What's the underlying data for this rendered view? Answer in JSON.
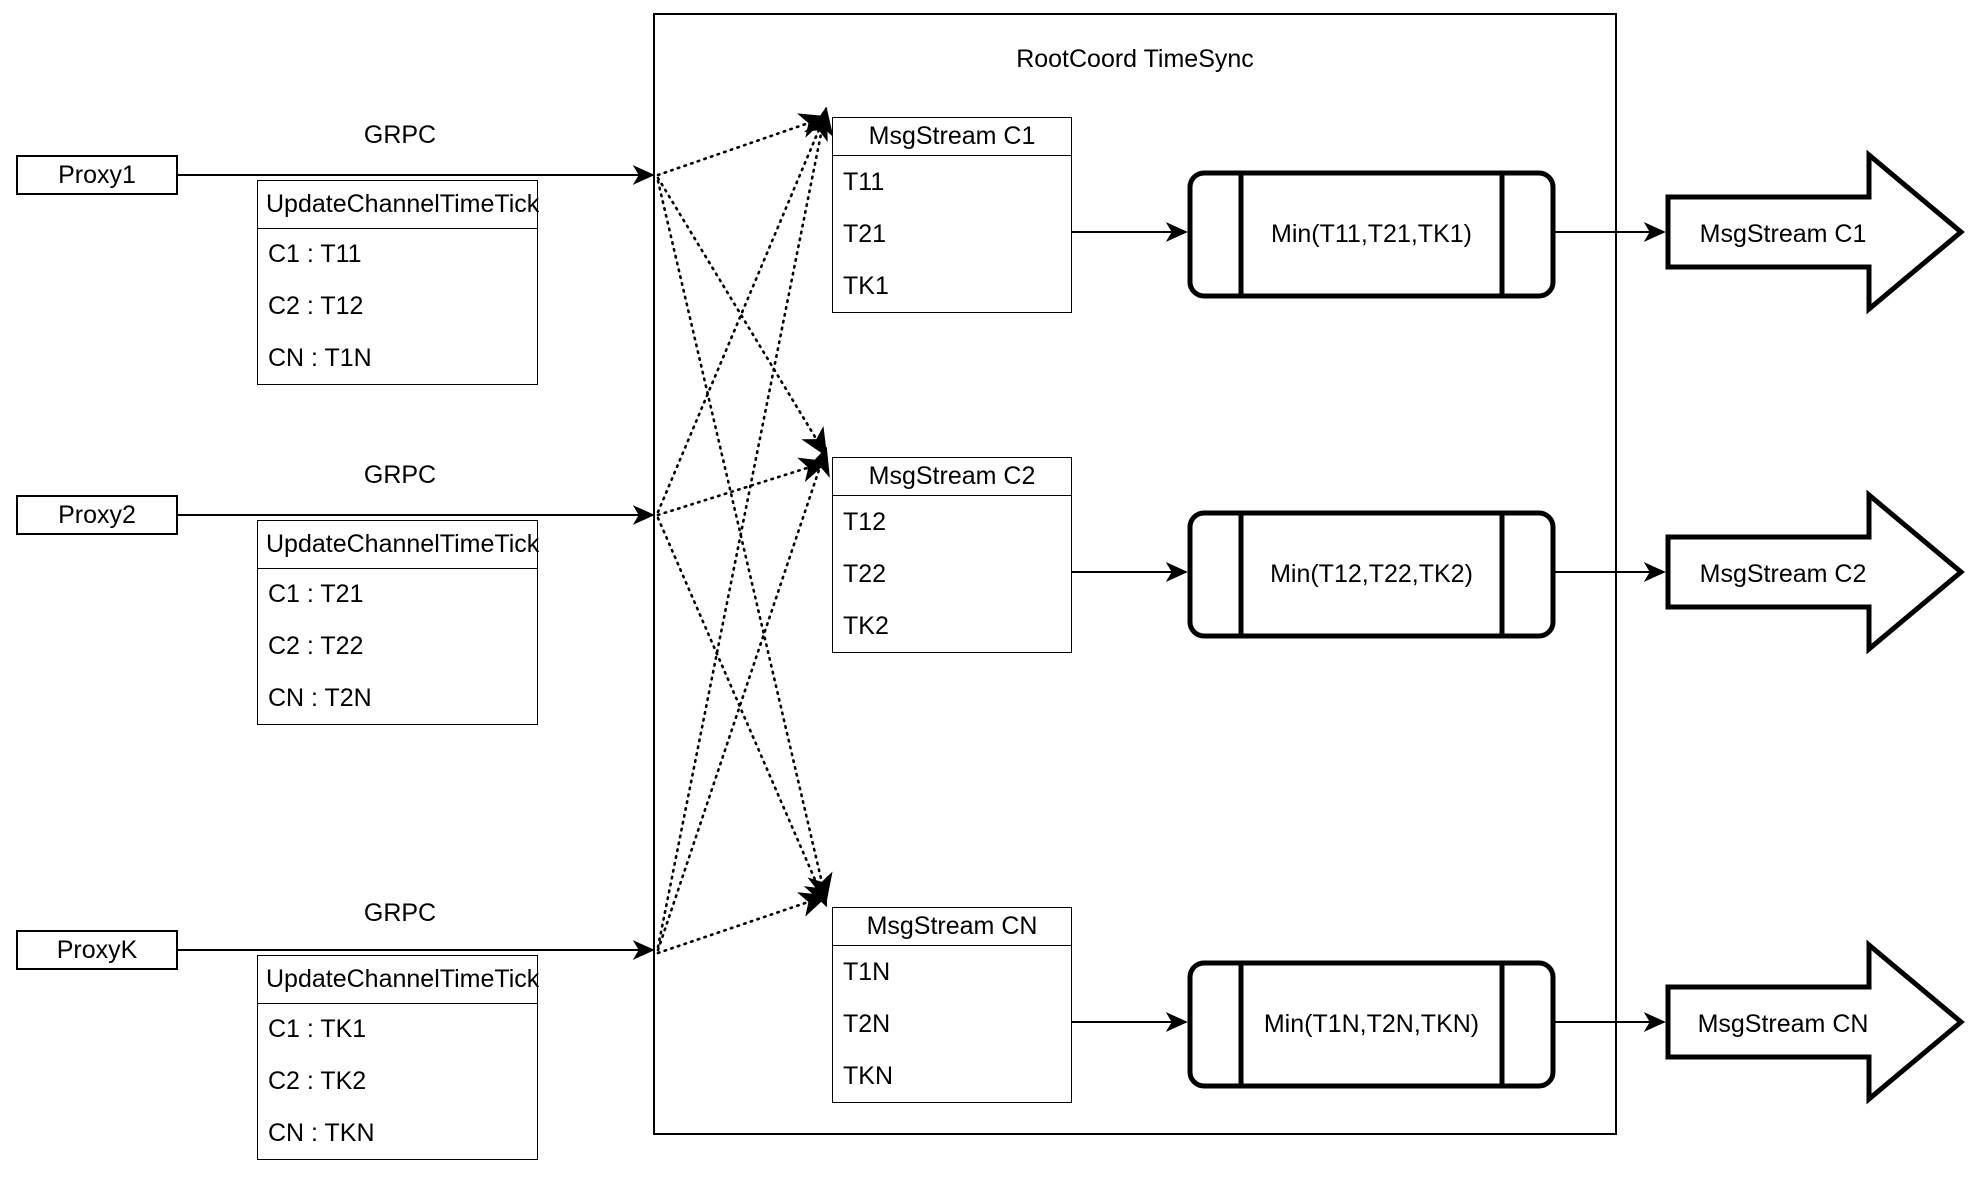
{
  "diagram": {
    "container": {
      "title": "RootCoord TimeSync"
    },
    "edge_labels": [
      {
        "name": "grpc-label-1",
        "text": "GRPC"
      },
      {
        "name": "grpc-label-2",
        "text": "GRPC"
      },
      {
        "name": "grpc-label-3",
        "text": "GRPC"
      }
    ],
    "proxies": [
      {
        "label": "Proxy1"
      },
      {
        "label": "Proxy2"
      },
      {
        "label": "ProxyK"
      }
    ],
    "timetick_tables": [
      {
        "header": "UpdateChannelTimeTick",
        "rows": [
          "C1 :  T11",
          "C2 :  T12",
          "CN : T1N"
        ]
      },
      {
        "header": "UpdateChannelTimeTick",
        "rows": [
          "C1 :  T21",
          "C2 :  T22",
          "CN : T2N"
        ]
      },
      {
        "header": "UpdateChannelTimeTick",
        "rows": [
          "C1 :  TK1",
          "C2 :  TK2",
          "CN : TKN"
        ]
      }
    ],
    "msgstream_tables": [
      {
        "header": "MsgStream C1",
        "rows": [
          "T11",
          "T21",
          "TK1"
        ]
      },
      {
        "header": "MsgStream C2",
        "rows": [
          "T12",
          "T22",
          "TK2"
        ]
      },
      {
        "header": "MsgStream CN",
        "rows": [
          "T1N",
          "T2N",
          "TKN"
        ]
      }
    ],
    "min_processes": [
      {
        "label": "Min(T11,T21,TK1)"
      },
      {
        "label": "Min(T12,T22,TK2)"
      },
      {
        "label": "Min(T1N,T2N,TKN)"
      }
    ],
    "output_arrows": [
      {
        "label": "MsgStream C1"
      },
      {
        "label": "MsgStream C2"
      },
      {
        "label": "MsgStream CN"
      }
    ],
    "colors": {
      "stroke": "#000000",
      "background": "#ffffff"
    }
  }
}
